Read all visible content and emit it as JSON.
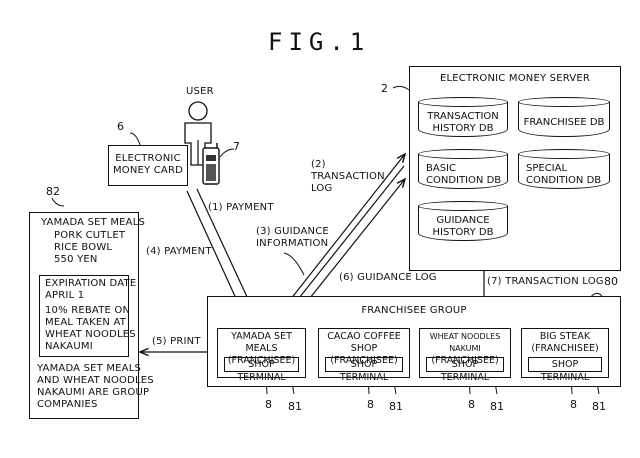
{
  "figure": {
    "title": "FIG.1"
  },
  "user": {
    "label": "USER",
    "phone_ref": "7",
    "card": {
      "label": "ELECTRONIC MONEY CARD",
      "line1": "ELECTRONIC",
      "line2": "MONEY CARD",
      "ref": "6"
    }
  },
  "server": {
    "title": "ELECTRONIC MONEY SERVER",
    "ref": "2",
    "databases": [
      {
        "line1": "TRANSACTION",
        "line2": "HISTORY DB"
      },
      {
        "line1": "FRANCHISEE DB",
        "line2": ""
      },
      {
        "line1": "BASIC",
        "line2": "CONDITION DB"
      },
      {
        "line1": "SPECIAL",
        "line2": "CONDITION DB"
      },
      {
        "line1": "GUIDANCE",
        "line2": "HISTORY DB"
      }
    ]
  },
  "flows": {
    "payment1": "(1) PAYMENT",
    "transaction_log2_a": "(2)",
    "transaction_log2_b": "TRANSACTION",
    "transaction_log2_c": "LOG",
    "guidance_info3_a": "(3) GUIDANCE",
    "guidance_info3_b": "INFORMATION",
    "payment4": "(4) PAYMENT",
    "print5": "(5) PRINT",
    "guidance_log6": "(6) GUIDANCE LOG",
    "transaction_log7": "(7) TRANSACTION LOG"
  },
  "group": {
    "title": "FRANCHISEE GROUP",
    "ref": "80",
    "shops": [
      {
        "name": "YAMADA SET MEALS",
        "role": "(FRANCHISEE)",
        "terminal": "SHOP TERMINAL",
        "ref_shop": "8",
        "ref_terminal": "81"
      },
      {
        "name": "CACAO COFFEE SHOP",
        "role": "(FRANCHISEE)",
        "terminal": "SHOP TERMINAL",
        "ref_shop": "8",
        "ref_terminal": "81"
      },
      {
        "name": "WHEAT NOODLES NAKUMI",
        "role": "(FRANCHISEE)",
        "terminal": "SHOP TERMINAL",
        "ref_shop": "8",
        "ref_terminal": "81"
      },
      {
        "name": "BIG STEAK",
        "role": "(FRANCHISEE)",
        "terminal": "SHOP TERMINAL",
        "ref_shop": "8",
        "ref_terminal": "81"
      }
    ]
  },
  "receipt": {
    "ref": "82",
    "shop": "YAMADA SET MEALS",
    "item_lines": [
      "PORK CUTLET",
      "RICE BOWL",
      "550 YEN"
    ],
    "coupon_lines": [
      "EXPIRATION DATE",
      "APRIL 1",
      "10% REBATE ON",
      "MEAL TAKEN AT",
      "WHEAT NOODLES",
      "NAKAUMI"
    ],
    "note_lines": [
      "YAMADA SET MEALS",
      "AND WHEAT NOODLES",
      "NAKAUMI ARE GROUP",
      "COMPANIES"
    ]
  }
}
